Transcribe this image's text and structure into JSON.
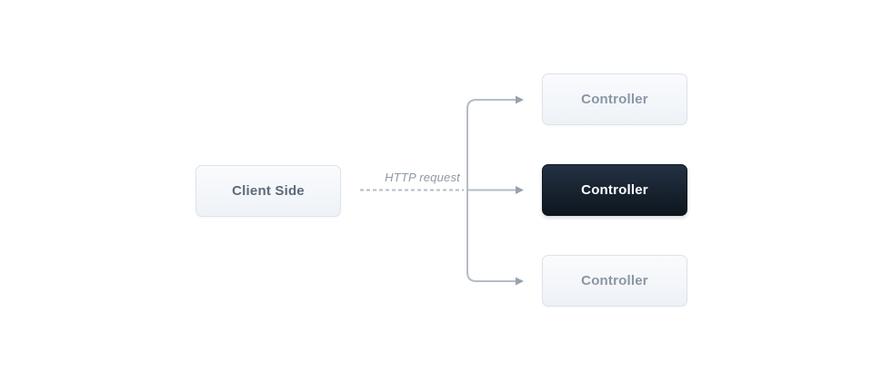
{
  "diagram": {
    "client": {
      "label": "Client Side"
    },
    "connector": {
      "label": "HTTP request"
    },
    "controllers": [
      {
        "label": "Controller",
        "variant": "light"
      },
      {
        "label": "Controller",
        "variant": "dark",
        "highlighted": true
      },
      {
        "label": "Controller",
        "variant": "light"
      }
    ]
  },
  "palette": {
    "canvas-bg": "#ffffff",
    "connector-line": "#b5bcc6",
    "arrowhead": "#98a2ae",
    "node-border": "#dde3eb",
    "node-bg-top": "#fafbfd",
    "node-bg-bottom": "#eef2f7",
    "node-dark-top": "#233143",
    "node-dark-bottom": "#0e161e",
    "client-text": "#5d6a7a",
    "controller-text": "#8b96a4",
    "controller-dark-text": "#ffffff",
    "annotation-text": "#8e98a4"
  }
}
